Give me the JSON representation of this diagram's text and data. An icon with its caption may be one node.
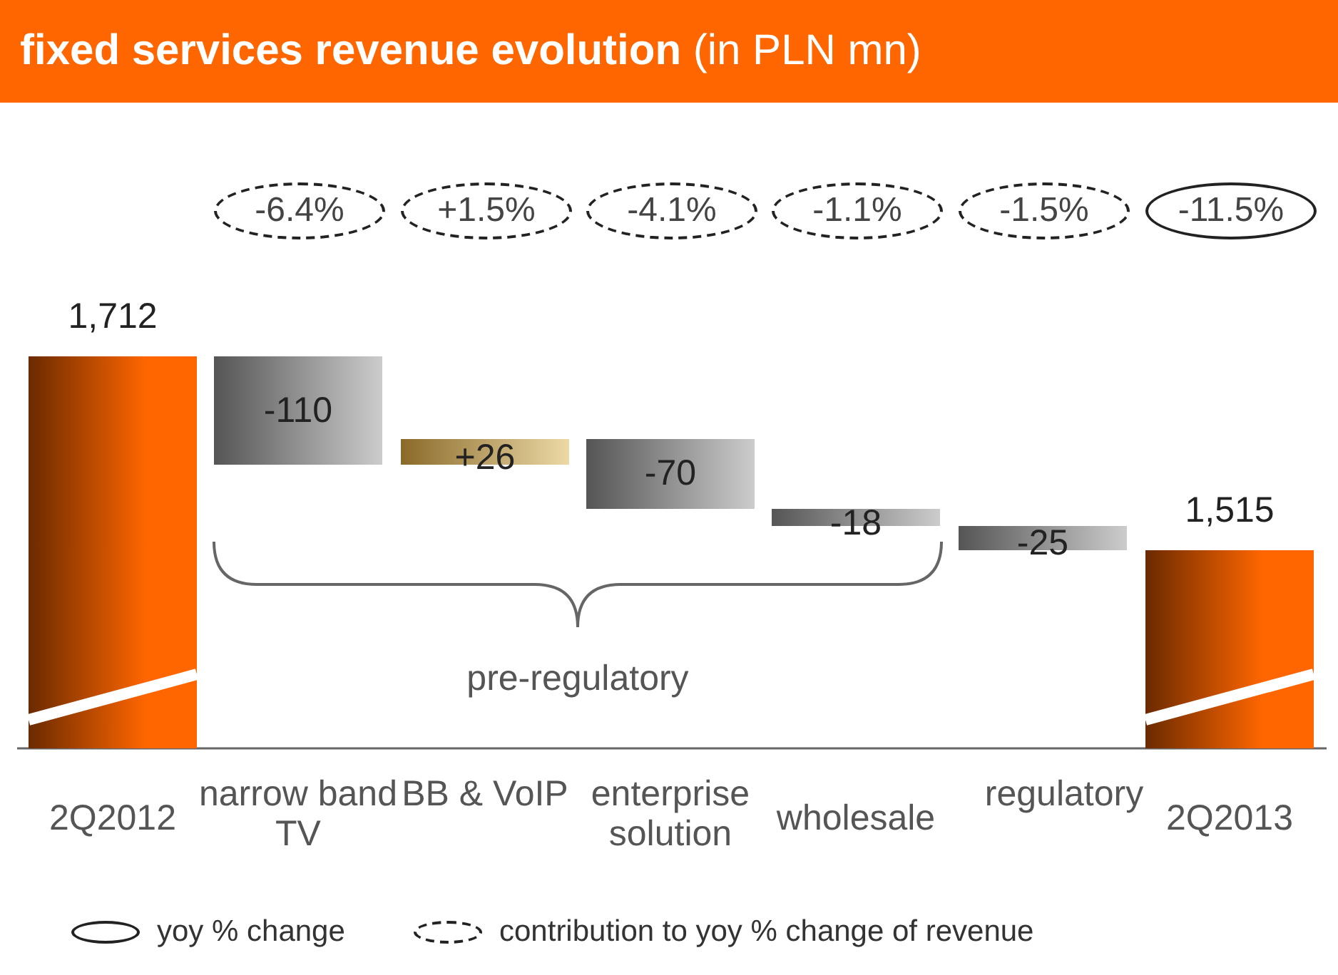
{
  "diagram": {
    "title": "**fixed services revenue evolution** (in PLN mn)",
    "nodes": [
      {
        "text": [
          "-6.4%"
        ]
      },
      {
        "text": [
          "+1.5%"
        ]
      },
      {
        "text": [
          "-4.1%"
        ]
      },
      {
        "text": [
          "-1.1%"
        ]
      },
      {
        "text": [
          "-1.5%"
        ]
      },
      {
        "text": [
          "-11.5%"
        ]
      },
      {
        "text": [],
        "shape": "bar",
        "beside": [
          "1,712"
        ]
      },
      {
        "text": [
          "-110"
        ]
      },
      {
        "text": [
          "+26"
        ]
      },
      {
        "text": [
          "-70"
        ]
      },
      {
        "text": [
          "-18"
        ]
      },
      {
        "text": [
          "-25"
        ]
      },
      {
        "text": [],
        "shape": "bar",
        "beside": [
          "1,515"
        ]
      }
    ],
    "labels": [
      "pre-regulatory",
      "2Q2012",
      "narrow band TV",
      "BB & VoIP",
      "enterprise solution",
      "wholesale",
      "regulatory",
      "2Q2013"
    ],
    "legend": [
      {
        "text": "yoy % change"
      },
      {
        "text": "contribution to yoy % change of revenue"
      }
    ]
  }
}
